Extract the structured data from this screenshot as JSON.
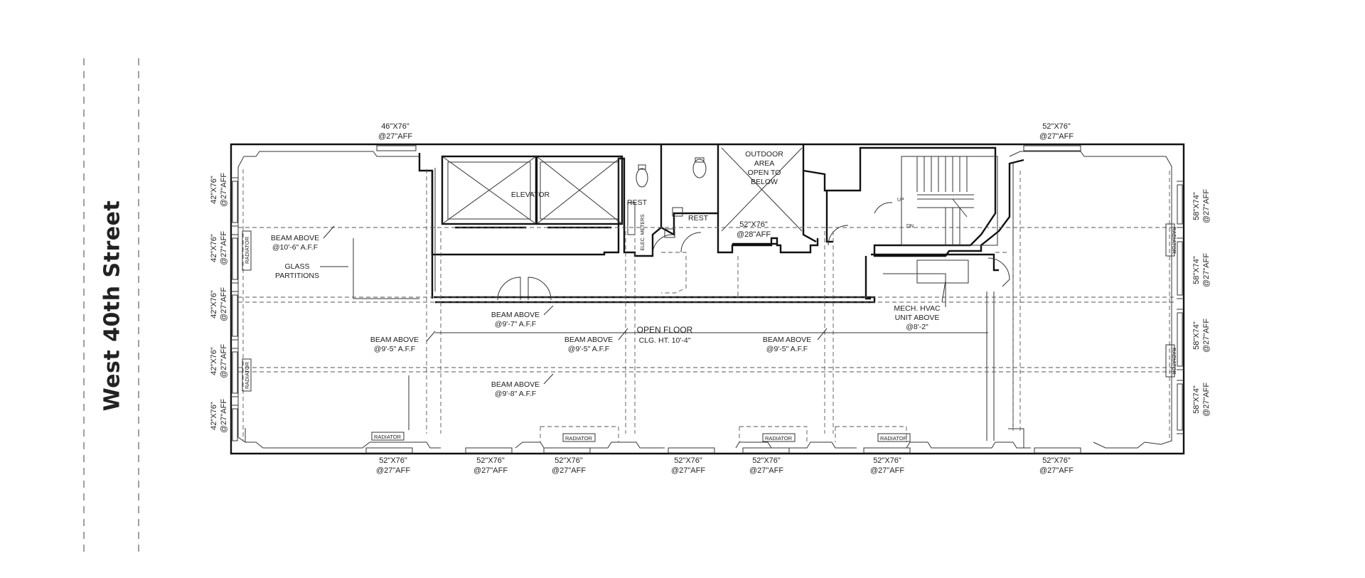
{
  "street_label": "West 40th Street",
  "rooms": {
    "elevator": "ELEVATOR",
    "rest_1": "REST",
    "rest_2": "REST",
    "elec_meters": "ELEC. METERS",
    "outdoor": [
      "OUTDOOR",
      "AREA",
      "OPEN TO",
      "BELOW"
    ],
    "open_floor": "OPEN FLOOR",
    "ceiling_height": "CLG. HT. 10'-4\"",
    "stair_up": "UP",
    "stair_dn": "DN"
  },
  "notes": {
    "beam_1": [
      "BEAM ABOVE",
      "@10'-6\" A.F.F"
    ],
    "glass": [
      "GLASS",
      "PARTITIONS"
    ],
    "beam_2": [
      "BEAM ABOVE",
      "@9'-7\" A.F.F"
    ],
    "beam_3": [
      "BEAM ABOVE",
      "@9'-5\" A.F.F"
    ],
    "beam_4": [
      "BEAM ABOVE",
      "@9'-5\" A.F.F"
    ],
    "beam_5": [
      "BEAM ABOVE",
      "@9'-5\" A.F.F"
    ],
    "beam_6": [
      "BEAM ABOVE",
      "@9'-8\" A.F.F"
    ],
    "hvac": [
      "MECH. HVAC",
      "UNIT ABOVE",
      "@8'-2\""
    ]
  },
  "windows": {
    "top_left": [
      "46\"X76\"",
      "@27\"AFF"
    ],
    "top_right": [
      "52\"X76\"",
      "@27\"AFF"
    ],
    "court": [
      "52\"X76\"",
      "@28\"AFF"
    ],
    "left": [
      [
        "42\"X76\"",
        "@27\"AFF"
      ],
      [
        "42\"X76\"",
        "@27\"AFF"
      ],
      [
        "42\"X76\"",
        "@27\"AFF"
      ],
      [
        "42\"X76\"",
        "@27\"AFF"
      ],
      [
        "42\"X76\"",
        "@27\"AFF"
      ]
    ],
    "right": [
      [
        "58\"X74\"",
        "@27\"AFF"
      ],
      [
        "58\"X74\"",
        "@27\"AFF"
      ],
      [
        "58\"X74\"",
        "@27\"AFF"
      ],
      [
        "58\"X74\"",
        "@27\"AFF"
      ]
    ],
    "bottom": [
      [
        "52\"X76\"",
        "@27\"AFF"
      ],
      [
        "52\"X76\"",
        "@27\"AFF"
      ],
      [
        "52\"X76\"",
        "@27\"AFF"
      ],
      [
        "52\"X76\"",
        "@27\"AFF"
      ],
      [
        "52\"X76\"",
        "@27\"AFF"
      ],
      [
        "52\"X76\"",
        "@27\"AFF"
      ],
      [
        "52\"X76\"",
        "@27\"AFF"
      ]
    ]
  },
  "radiator_label": "RADIATOR"
}
